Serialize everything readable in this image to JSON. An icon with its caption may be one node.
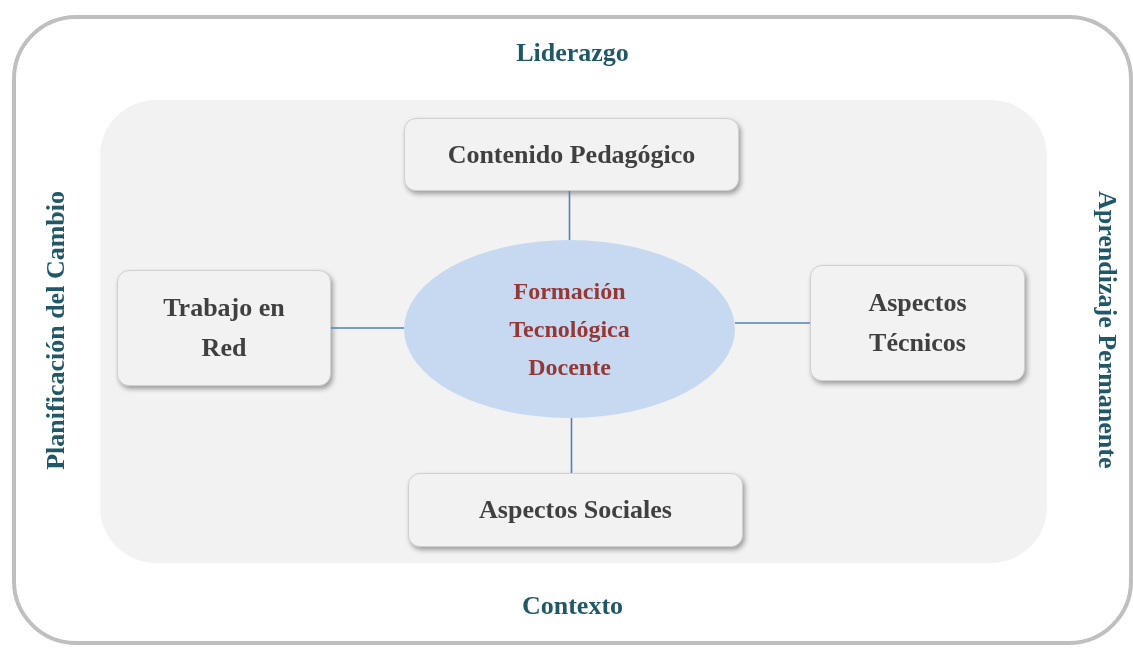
{
  "diagram": {
    "nodes": [
      {
        "text": [
          "Liderazgo",
          "Aprendizaje Permanente",
          "Contexto",
          "Planificación del Cambio"
        ]
      },
      {
        "text": [],
        "shape": "box",
        "in": 0
      },
      {
        "text": [
          "Contenido Pedagógico"
        ],
        "in": 1
      },
      {
        "text": [
          "Trabajo en Red"
        ],
        "in": 1
      },
      {
        "text": [
          "Formación Tecnológica Docente"
        ],
        "in": 1
      },
      {
        "text": [
          "Aspectos Técnicos"
        ],
        "in": 1
      },
      {
        "text": [
          "Aspectos Sociales"
        ],
        "in": 1
      }
    ],
    "edges": [
      {
        "from": 4,
        "to": 2,
        "arrow": "none"
      },
      {
        "from": 4,
        "to": 3,
        "arrow": "none"
      },
      {
        "from": 4,
        "to": 5,
        "arrow": "none"
      },
      {
        "from": 4,
        "to": 6,
        "arrow": "none"
      }
    ]
  }
}
